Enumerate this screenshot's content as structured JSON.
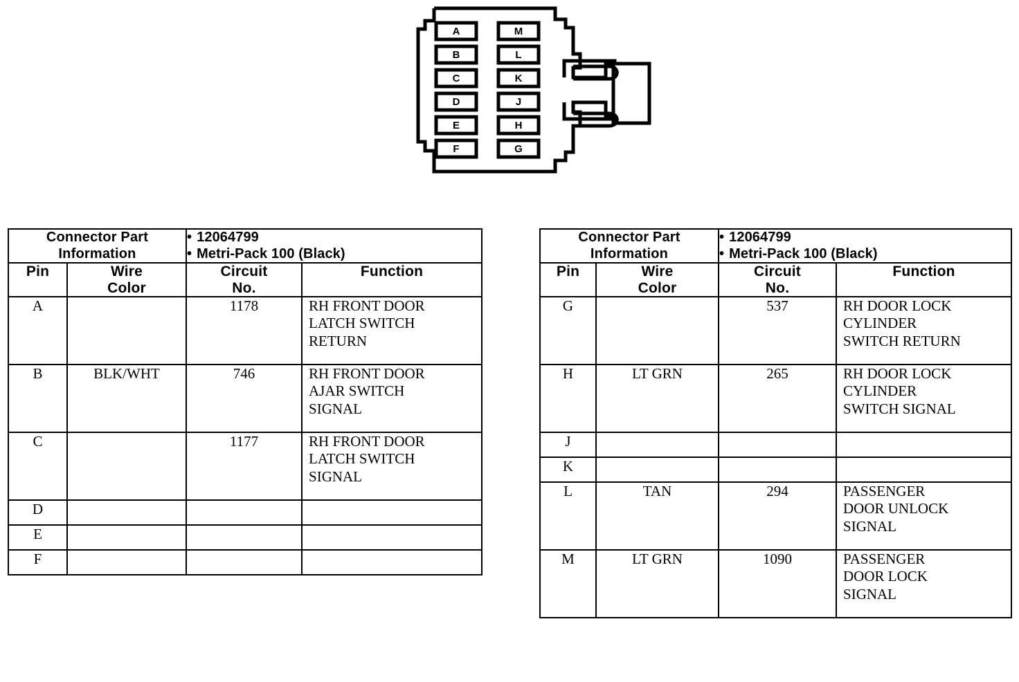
{
  "connector_diagram": {
    "name": "connector-pinout-diagram",
    "left_column_pins": [
      "A",
      "B",
      "C",
      "D",
      "E",
      "F"
    ],
    "right_column_pins": [
      "M",
      "L",
      "K",
      "J",
      "H",
      "G"
    ]
  },
  "tables": [
    {
      "id": "left",
      "part_info_label": "Connector Part\nInformation",
      "part_info_label_line1": "Connector Part",
      "part_info_label_line2": "Information",
      "part_info_values": [
        "12064799",
        "Metri-Pack 100 (Black)"
      ],
      "columns": [
        {
          "line1": "Pin",
          "line2": ""
        },
        {
          "line1": "Wire",
          "line2": "Color"
        },
        {
          "line1": "Circuit",
          "line2": "No."
        },
        {
          "line1": "Function",
          "line2": ""
        }
      ],
      "rows": [
        {
          "pin": "A",
          "wire_color": "",
          "circuit_no": "1178",
          "function": "RH FRONT DOOR\nLATCH SWITCH\nRETURN",
          "tall": true
        },
        {
          "pin": "B",
          "wire_color": "BLK/WHT",
          "circuit_no": "746",
          "function": "RH FRONT DOOR\nAJAR SWITCH\nSIGNAL",
          "tall": true
        },
        {
          "pin": "C",
          "wire_color": "",
          "circuit_no": "1177",
          "function": "RH FRONT DOOR\nLATCH SWITCH\nSIGNAL",
          "tall": true
        },
        {
          "pin": "D",
          "wire_color": "",
          "circuit_no": "",
          "function": "",
          "tall": false
        },
        {
          "pin": "E",
          "wire_color": "",
          "circuit_no": "",
          "function": "",
          "tall": false
        },
        {
          "pin": "F",
          "wire_color": "",
          "circuit_no": "",
          "function": "",
          "tall": false
        }
      ]
    },
    {
      "id": "right",
      "part_info_label": "Connector Part\nInformation",
      "part_info_label_line1": "Connector Part",
      "part_info_label_line2": "Information",
      "part_info_values": [
        "12064799",
        "Metri-Pack 100 (Black)"
      ],
      "columns": [
        {
          "line1": "Pin",
          "line2": ""
        },
        {
          "line1": "Wire",
          "line2": "Color"
        },
        {
          "line1": "Circuit",
          "line2": "No."
        },
        {
          "line1": "Function",
          "line2": ""
        }
      ],
      "rows": [
        {
          "pin": "G",
          "wire_color": "",
          "circuit_no": "537",
          "function": "RH DOOR LOCK\nCYLINDER\nSWITCH RETURN",
          "tall": true
        },
        {
          "pin": "H",
          "wire_color": "LT GRN",
          "circuit_no": "265",
          "function": "RH DOOR LOCK\nCYLINDER\nSWITCH SIGNAL",
          "tall": true
        },
        {
          "pin": "J",
          "wire_color": "",
          "circuit_no": "",
          "function": "",
          "tall": false
        },
        {
          "pin": "K",
          "wire_color": "",
          "circuit_no": "",
          "function": "",
          "tall": false
        },
        {
          "pin": "L",
          "wire_color": "TAN",
          "circuit_no": "294",
          "function": "PASSENGER\nDOOR UNLOCK\nSIGNAL",
          "tall": true
        },
        {
          "pin": "M",
          "wire_color": "LT GRN",
          "circuit_no": "1090",
          "function": "PASSENGER\nDOOR LOCK\nSIGNAL",
          "tall": true
        }
      ]
    }
  ],
  "colors": {
    "ink": "#000000",
    "paper": "#ffffff"
  }
}
